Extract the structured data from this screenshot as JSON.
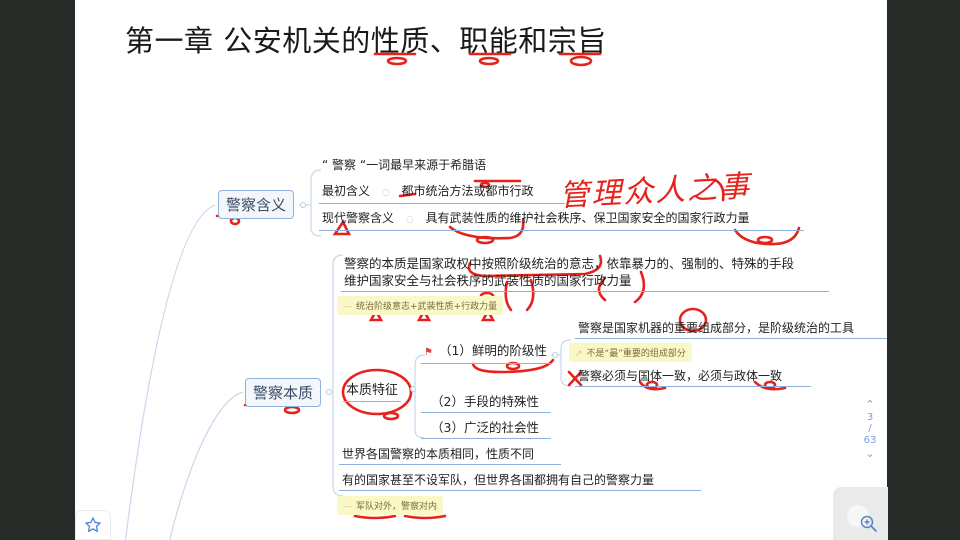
{
  "title": "第一章  公安机关的性质、职能和宗旨",
  "mindmap": {
    "branch1": {
      "label": "警察含义",
      "children": [
        {
          "text": "“ 警察 “一词最早来源于希腊语"
        },
        {
          "label": "最初含义",
          "text": "都市统治方法或都市行政"
        },
        {
          "label": "现代警察含义",
          "text": "具有武装性质的维护社会秩序、保卫国家安全的国家行政力量"
        }
      ]
    },
    "branch2": {
      "label": "警察本质",
      "definition": {
        "line1": "警察的本质是国家政权中按照阶级统治的意志，依靠暴力的、强制的、特殊的手段",
        "line2": "维护国家安全与社会秩序的武装性质的国家行政力量"
      },
      "definition_note": "统治阶级意志+武装性质+行政力量",
      "features": {
        "label": "本质特征",
        "items": [
          {
            "text": "（1）鲜明的阶级性",
            "flag": "flag-icon"
          },
          {
            "text": "（2）手段的特殊性"
          },
          {
            "text": "（3）广泛的社会性"
          }
        ],
        "class_details": [
          {
            "text": "警察是国家机器的重要组成部分，是阶级统治的工具"
          },
          {
            "text": "警察必须与国体一致，必须与政体一致"
          }
        ],
        "class_note": "不是“最”重要的组成部分"
      },
      "more": [
        {
          "text": "世界各国警察的本质相同，性质不同"
        },
        {
          "text": "有的国家甚至不设军队，但世界各国都拥有自己的警察力量"
        }
      ],
      "more_note": "军队对外，警察对内"
    }
  },
  "annotations": {
    "handwriting": "管理众人之事",
    "ink_color": "#e5221c"
  },
  "pager": {
    "up_icon": "chevron-up-icon",
    "current": "3",
    "separator": "/",
    "total": "63",
    "down_icon": "chevron-down-icon"
  },
  "toolbar": {
    "zoom_icon": "zoom-in-icon",
    "favorite_icon": "star-icon"
  },
  "colors": {
    "accent": "#8eb2dd",
    "note_bg": "#fbf8c8",
    "flag": "#e0413a",
    "frame": "#262b28"
  }
}
